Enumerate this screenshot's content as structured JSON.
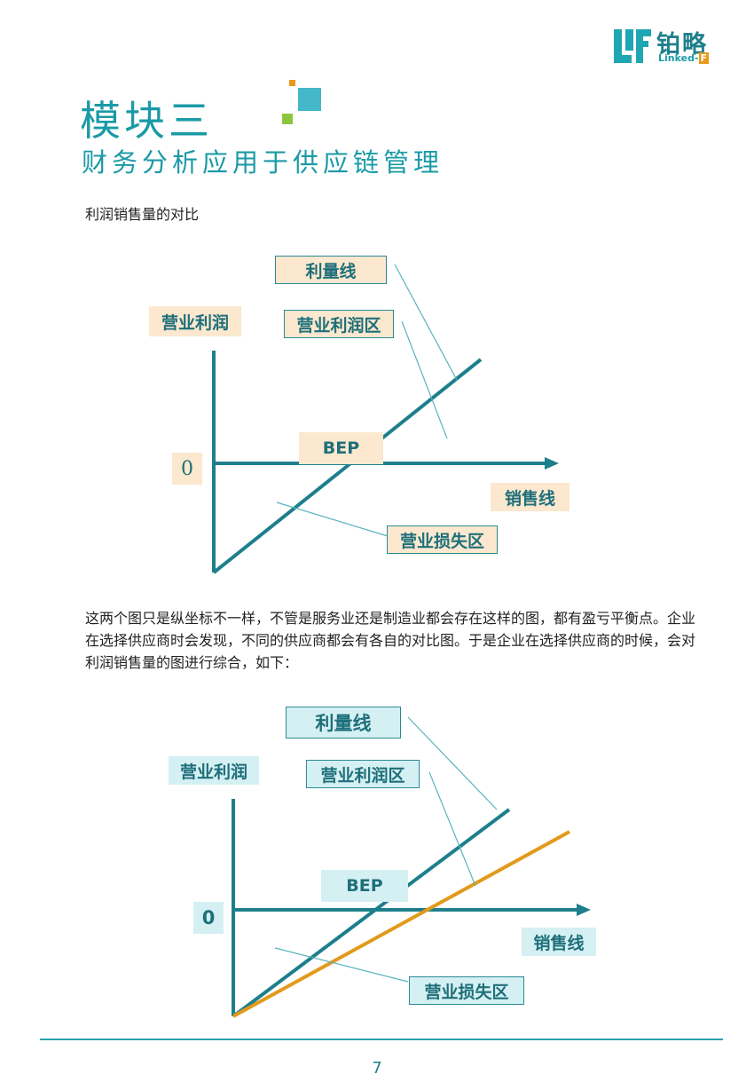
{
  "brand": {
    "name_cn": "铂略",
    "name_en": "Linked-",
    "name_en_badge": "F"
  },
  "header": {
    "title": "模块三",
    "subtitle": "财务分析应用于供应链管理"
  },
  "section_label": "利润销售量的对比",
  "paragraph": "这两个图只是纵坐标不一样，不管是服务业还是制造业都会存在这样的图，都有盈亏平衡点。企业在选择供应商时会发现，不同的供应商都会有各自的对比图。于是企业在选择供应商的时候，会对利润销售量的图进行综合，如下：",
  "diagram1": {
    "profit_line_label": "利量线",
    "y_axis_label": "营业利润",
    "profit_zone_label": "营业利润区",
    "bep_label": "BEP",
    "zero_label": "0",
    "x_axis_label": "销售线",
    "loss_zone_label": "营业损失区"
  },
  "diagram2": {
    "profit_line_label": "利量线",
    "y_axis_label": "营业利润",
    "profit_zone_label": "营业利润区",
    "bep_label": "BEP",
    "zero_label": "0",
    "x_axis_label": "销售线",
    "loss_zone_label": "营业损失区"
  },
  "colors": {
    "teal": "#1e7f8c",
    "orange": "#e29a1c"
  },
  "page_number": "7"
}
